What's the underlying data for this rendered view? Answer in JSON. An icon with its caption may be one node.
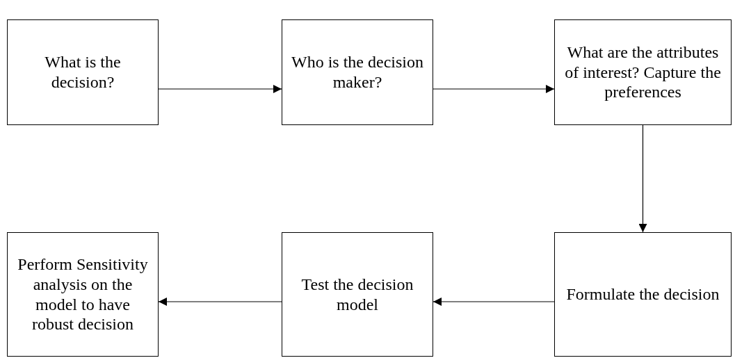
{
  "diagram": {
    "nodes": [
      {
        "text": [
          "What is the decision?"
        ]
      },
      {
        "text": [
          "Who is the decision maker?"
        ]
      },
      {
        "text": [
          "What are the attributes of interest? Capture the preferences"
        ]
      },
      {
        "text": [
          "Perform Sensitivity analysis on the model to have robust decision"
        ]
      },
      {
        "text": [
          "Test the decision model"
        ]
      },
      {
        "text": [
          "Formulate the decision"
        ]
      }
    ],
    "edges": [
      {
        "from": 0,
        "to": 1,
        "arrow": "to"
      },
      {
        "from": 1,
        "to": 2,
        "arrow": "to"
      },
      {
        "from": 2,
        "to": 5,
        "arrow": "to"
      },
      {
        "from": 5,
        "to": 4,
        "arrow": "to"
      },
      {
        "from": 4,
        "to": 3,
        "arrow": "to"
      }
    ]
  }
}
